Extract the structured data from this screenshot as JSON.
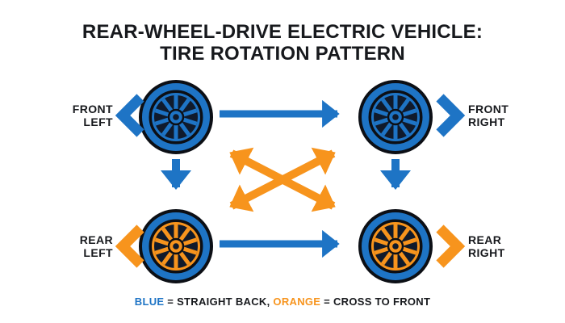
{
  "title": {
    "line1": "REAR-WHEEL-DRIVE ELECTRIC VEHICLE:",
    "line2": "TIRE ROTATION PATTERN"
  },
  "wheels": [
    {
      "id": "front-left",
      "label_line1": "FRONT",
      "label_line2": "LEFT",
      "rim": "blue"
    },
    {
      "id": "front-right",
      "label_line1": "FRONT",
      "label_line2": "RIGHT",
      "rim": "blue"
    },
    {
      "id": "rear-left",
      "label_line1": "REAR",
      "label_line2": "LEFT",
      "rim": "orange"
    },
    {
      "id": "rear-right",
      "label_line1": "REAR",
      "label_line2": "RIGHT",
      "rim": "orange"
    }
  ],
  "arrows": [
    {
      "id": "top-horizontal",
      "color": "blue",
      "direction": "right",
      "from": "front-left",
      "to": "front-right"
    },
    {
      "id": "left-vertical",
      "color": "blue",
      "direction": "down",
      "from": "front-left",
      "to": "rear-left"
    },
    {
      "id": "right-vertical",
      "color": "blue",
      "direction": "down",
      "from": "front-right",
      "to": "rear-right"
    },
    {
      "id": "bottom-horizontal",
      "color": "blue",
      "direction": "right",
      "from": "rear-left",
      "to": "rear-right"
    },
    {
      "id": "cross-diagonal-1",
      "color": "orange",
      "direction": "double-headed",
      "from": "front-left",
      "to": "rear-right"
    },
    {
      "id": "cross-diagonal-2",
      "color": "orange",
      "direction": "double-headed",
      "from": "rear-left",
      "to": "front-right"
    }
  ],
  "legend": {
    "blue_term": "BLUE",
    "blue_rest": " = STRAIGHT BACK, ",
    "orange_term": "ORANGE",
    "orange_rest": " = CROSS TO FRONT"
  },
  "colors": {
    "blue": "#1e74c5",
    "orange": "#f7941d",
    "text_dark": "#17191d",
    "tire_outline": "#0c0f15",
    "rim_interior": "#101a2b",
    "background": "#ffffff"
  }
}
